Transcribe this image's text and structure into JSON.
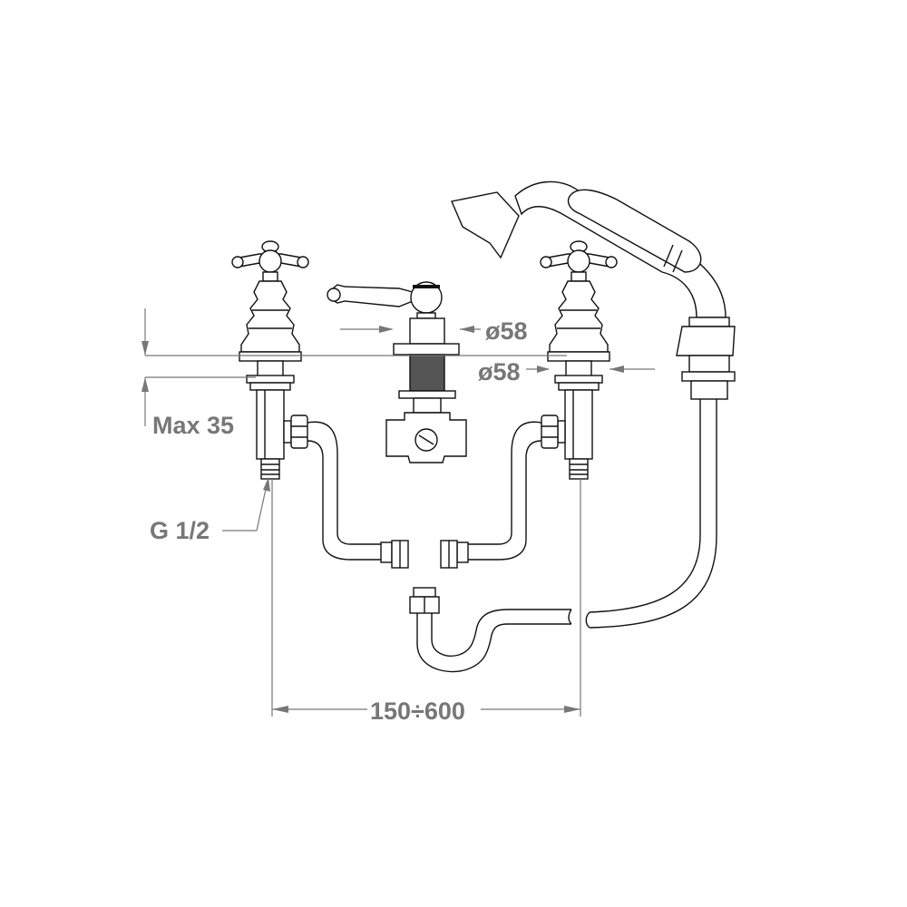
{
  "drawing": {
    "labels": {
      "spout_diameter": "ø58",
      "valve_diameter": "ø58",
      "max_thickness": "Max 35",
      "thread": "G 1/2",
      "spacing": "150÷600"
    },
    "colors": {
      "line": "#111111",
      "dimension": "#777777"
    }
  }
}
